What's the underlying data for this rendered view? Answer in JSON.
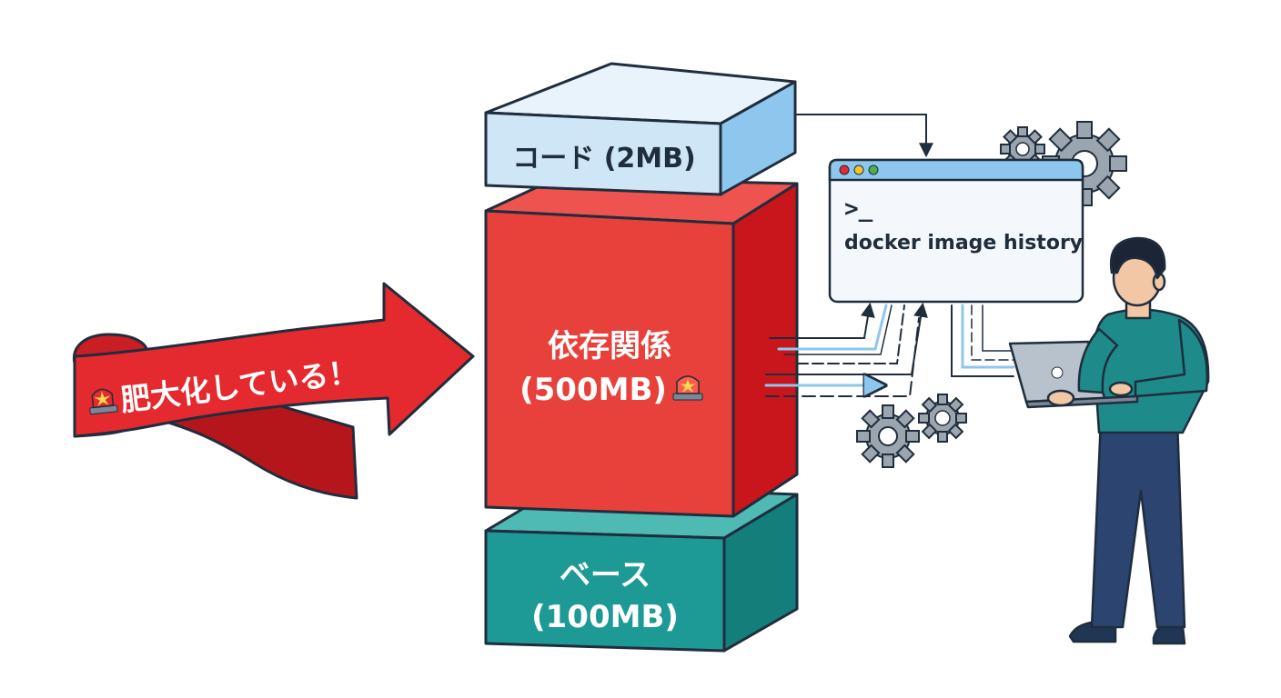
{
  "banner": {
    "text": "肥大化している！",
    "icon": "siren-icon"
  },
  "layers": {
    "code": {
      "label": "コード (2MB)",
      "color": "#cfe6f7"
    },
    "deps": {
      "line1": "依存関係",
      "line2": "(500MB)",
      "icon": "siren-icon",
      "color": "#e8403a"
    },
    "base": {
      "line1": "ベース",
      "line2": "(100MB)",
      "color": "#1e9a96"
    }
  },
  "terminal": {
    "prompt": ">_",
    "command": "docker image history"
  }
}
